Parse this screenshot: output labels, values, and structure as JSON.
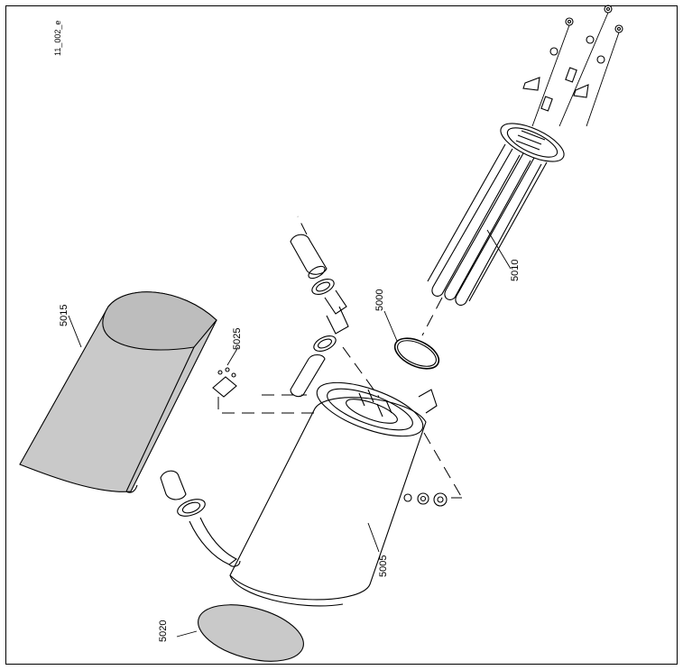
{
  "drawing": {
    "id": "11_002_e",
    "labels": {
      "p5000": "5000",
      "p5005": "5005",
      "p5010": "5010",
      "p5015": "5015",
      "p5020": "5020",
      "p5025": "5025"
    }
  }
}
